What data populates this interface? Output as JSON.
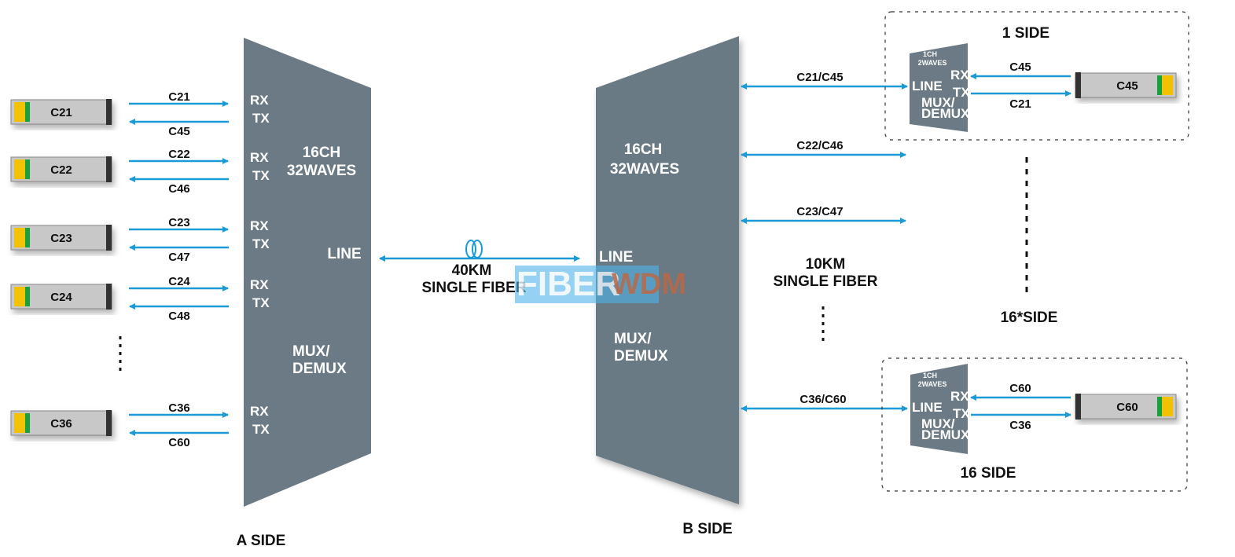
{
  "colors": {
    "mux": "#6b7a85",
    "arrow": "#1a9ad6",
    "module": "#c8c8c8",
    "connector": "#f2c200",
    "green": "#1aa03c"
  },
  "a_side": {
    "label": "A SIDE",
    "mux_channels": "16CH",
    "mux_waves": "32WAVES",
    "line": "LINE",
    "mux": "MUX/",
    "demux": "DEMUX",
    "rx": "RX",
    "tx": "TX",
    "rows": [
      {
        "module": "C21",
        "tx_label": "C21",
        "rx_label": "C45"
      },
      {
        "module": "C22",
        "tx_label": "C22",
        "rx_label": "C46"
      },
      {
        "module": "C23",
        "tx_label": "C23",
        "rx_label": "C47"
      },
      {
        "module": "C24",
        "tx_label": "C24",
        "rx_label": "C48"
      },
      {
        "module": "C36",
        "tx_label": "C36",
        "rx_label": "C60"
      }
    ]
  },
  "trunk": {
    "distance": "40KM",
    "type": "SINGLE FIBER"
  },
  "watermark": {
    "part1": "FIBER",
    "part2": "WDM"
  },
  "b_side": {
    "label": "B SIDE",
    "mux_channels": "16CH",
    "mux_waves": "32WAVES",
    "line": "LINE",
    "mux": "MUX/",
    "demux": "DEMUX",
    "links": [
      "C21/C45",
      "C22/C46",
      "C23/C47",
      "C36/C60"
    ],
    "distance": "10KM",
    "type": "SINGLE FIBER"
  },
  "remote_sides": {
    "count_label": "16*SIDE",
    "sides": [
      {
        "title": "1 SIDE",
        "channels": "1CH",
        "waves": "2WAVES",
        "line": "LINE",
        "rx": "RX",
        "tx": "TX",
        "mux": "MUX/",
        "demux": "DEMUX",
        "rx_label": "C45",
        "tx_label": "C21",
        "module": "C45"
      },
      {
        "title": "16 SIDE",
        "channels": "1CH",
        "waves": "2WAVES",
        "line": "LINE",
        "rx": "RX",
        "tx": "TX",
        "mux": "MUX/",
        "demux": "DEMUX",
        "rx_label": "C60",
        "tx_label": "C36",
        "module": "C60"
      }
    ]
  }
}
